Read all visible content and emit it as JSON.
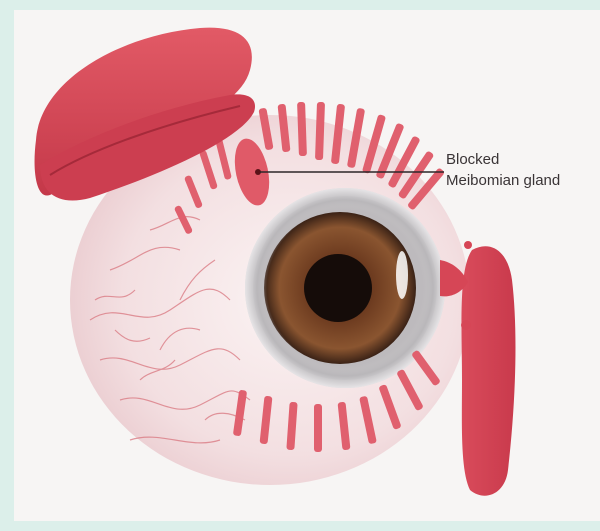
{
  "annotation": {
    "line1": "Blocked",
    "line2": "Meibomian gland"
  },
  "colors": {
    "background": "#dcefea",
    "panel": "#f7f5f4",
    "sclera": "#f6e9ea",
    "iris": "#6a3b24",
    "pupil": "#160d0a",
    "tissue": "#d9485a",
    "gland": "#e0606e"
  },
  "icons": {
    "illustration": "eye-anatomy-illustration"
  }
}
